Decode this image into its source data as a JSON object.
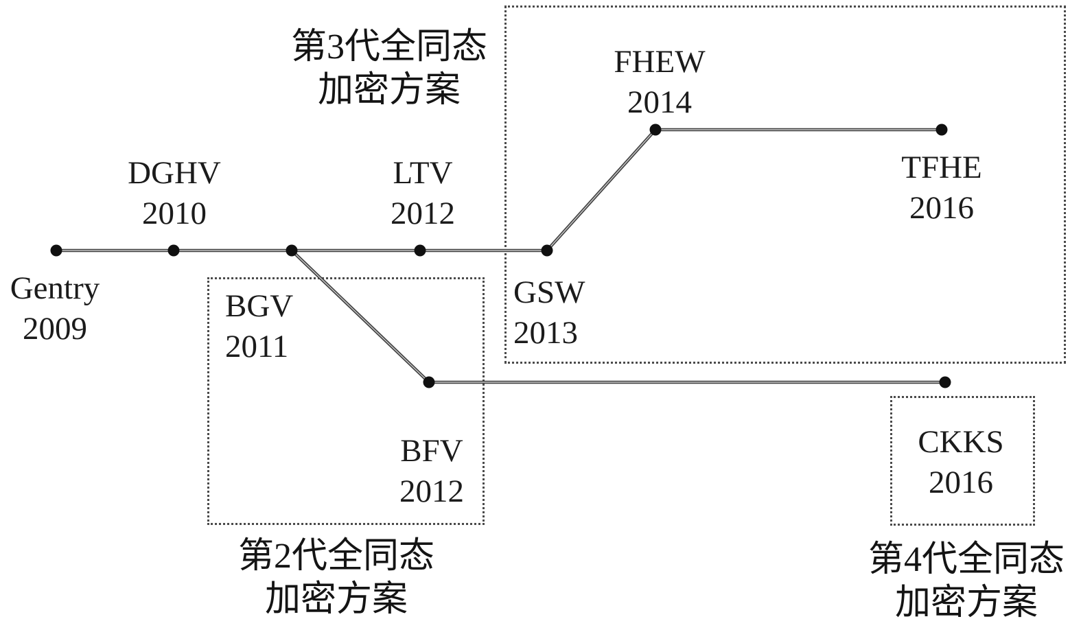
{
  "nodes": {
    "gentry": {
      "name": "Gentry",
      "year": "2009"
    },
    "dghv": {
      "name": "DGHV",
      "year": "2010"
    },
    "bgv": {
      "name": "BGV",
      "year": "2011"
    },
    "ltv": {
      "name": "LTV",
      "year": "2012"
    },
    "bfv": {
      "name": "BFV",
      "year": "2012"
    },
    "gsw": {
      "name": "GSW",
      "year": "2013"
    },
    "fhew": {
      "name": "FHEW",
      "year": "2014"
    },
    "tfhe": {
      "name": "TFHE",
      "year": "2016"
    },
    "ckks": {
      "name": "CKKS",
      "year": "2016"
    }
  },
  "generations": {
    "gen2": {
      "line1": "第2代全同态",
      "line2": "加密方案"
    },
    "gen3": {
      "line1": "第3代全同态",
      "line2": "加密方案"
    },
    "gen4": {
      "line1": "第4代全同态",
      "line2": "加密方案"
    }
  },
  "colors": {
    "edge": "#3f3f3f",
    "edge_highlight": "#c9c9c9",
    "dot": "#101010",
    "text": "#1b1b1b",
    "box_border": "#4a4a4a",
    "background": "#ffffff"
  }
}
